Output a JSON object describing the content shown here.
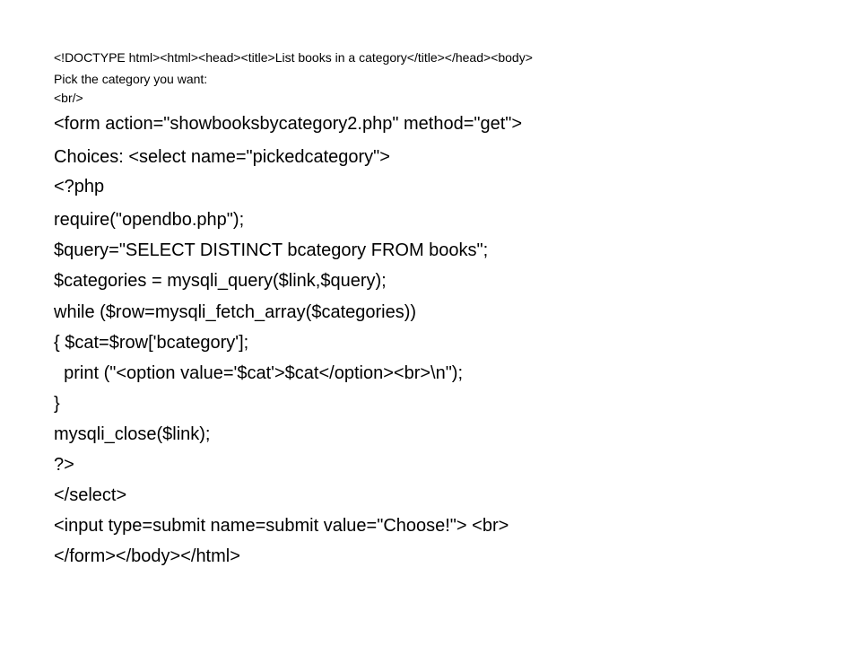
{
  "slide": {
    "header_lines": [
      "<!DOCTYPE html><html><head><title>List books in a category</title></head><body>",
      "Pick the category you want:",
      "<br/>"
    ],
    "code_lines": [
      "<form action=\"showbooksbycategory2.php\" method=\"get\">",
      "Choices: <select name=\"pickedcategory\">",
      "<?php",
      "require(\"opendbo.php\");",
      "$query=\"SELECT DISTINCT bcategory FROM books\";",
      "$categories = mysqli_query($link,$query);",
      "while ($row=mysqli_fetch_array($categories))",
      "{ $cat=$row['bcategory'];",
      "  print (\"<option value='$cat'>$cat</option><br>\\n\");",
      "}",
      "mysqli_close($link);",
      "?>",
      "</select>",
      "<input type=submit name=submit value=\"Choose!\"> <br>",
      "</form></body></html>"
    ]
  }
}
